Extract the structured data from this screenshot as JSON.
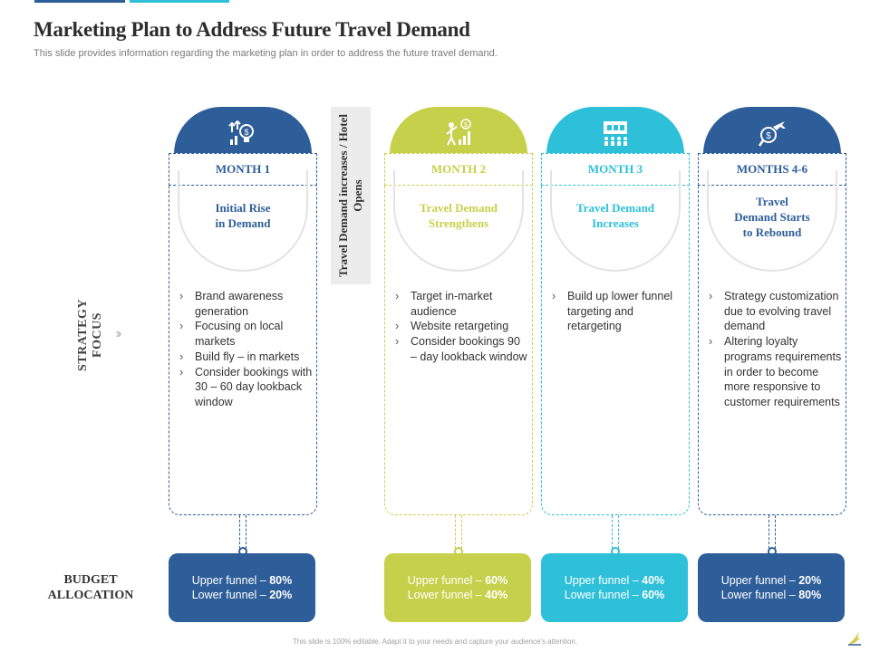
{
  "title": "Marketing Plan to Address Future Travel Demand",
  "subtitle": "This slide provides information regarding the marketing plan in order to address the future travel demand.",
  "row_labels": {
    "strategy": "STRATEGY FOCUS",
    "budget": "BUDGET ALLOCATION"
  },
  "divider_text": "Travel Demand increases / Hotel Opens",
  "columns": [
    {
      "month": "MONTH 1",
      "heading": "Initial Rise in Demand",
      "icon": "growth-lightbulb-icon",
      "color": "#2e5e99",
      "bullets": [
        "Brand awareness generation",
        "Focusing on local markets",
        "Build fly – in markets",
        "Consider bookings with 30 – 60 day lookback window"
      ],
      "upper_label": "Upper funnel – ",
      "upper_value": "80%",
      "lower_label": "Lower funnel – ",
      "lower_value": "20%"
    },
    {
      "month": "MONTH 2",
      "heading": "Travel Demand Strengthens",
      "icon": "person-growth-icon",
      "color": "#c6d04a",
      "bullets": [
        "Target in-market audience",
        "Website retargeting",
        "Consider bookings 90 – day lookback window"
      ],
      "upper_label": "Upper funnel – ",
      "upper_value": "60%",
      "lower_label": "Lower funnel – ",
      "lower_value": "40%"
    },
    {
      "month": "MONTH 3",
      "heading": "Travel Demand Increases",
      "icon": "audience-presentation-icon",
      "color": "#2ec0d8",
      "bullets": [
        "Build up lower funnel targeting and retargeting"
      ],
      "upper_label": "Upper funnel – ",
      "upper_value": "40%",
      "lower_label": "Lower funnel – ",
      "lower_value": "60%"
    },
    {
      "month": "MONTHS 4-6",
      "heading": "Travel Demand Starts to Rebound",
      "icon": "dollar-plane-icon",
      "color": "#2e5e99",
      "bullets": [
        "Strategy customization due to evolving travel demand",
        "Altering loyalty programs requirements in order to become more responsive to customer requirements"
      ],
      "upper_label": "Upper funnel – ",
      "upper_value": "20%",
      "lower_label": "Lower funnel – ",
      "lower_value": "80%"
    }
  ],
  "footer": "This slide is 100% editable. Adapt it to your needs and capture your audience's attention.",
  "colors": {
    "dark_blue": "#2e5e99",
    "lime": "#c6d04a",
    "cyan": "#2ec0d8",
    "month_text_blue": "#2e5e99"
  }
}
